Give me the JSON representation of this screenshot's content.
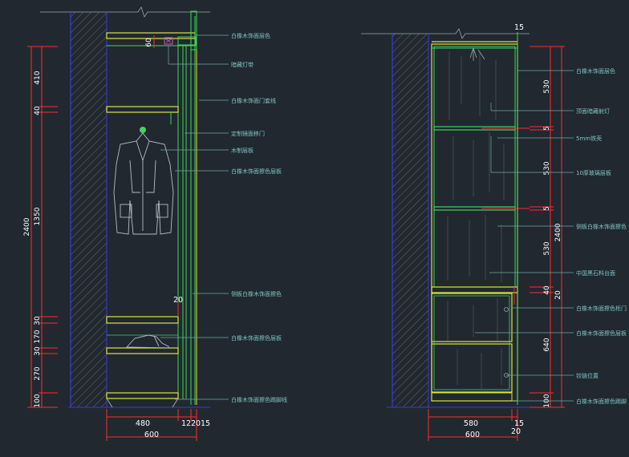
{
  "colors": {
    "background": "#212830",
    "outline": "#d9e53a",
    "green": "#3dd65a",
    "dim_red": "#ff2b2b",
    "leader": "#6fa8a8",
    "wall_hatch": "#6a6a6a",
    "wall_edge": "#3a3ad8",
    "text": "#ffffff"
  },
  "left_view": {
    "dims_left": [
      "410",
      "40",
      "1350",
      "30",
      "170",
      "30",
      "270",
      "100"
    ],
    "dim_total": "2400",
    "dim_60": "60",
    "dim_20": "20",
    "dims_bottom": [
      "480",
      "12",
      "20",
      "15"
    ],
    "dim_bottom_total": "600",
    "labels": [
      "白橡木饰面层色",
      "暗藏灯带",
      "白橡木饰面门套线",
      "定制镜面移门",
      "木制层板",
      "白橡木饰面擦色层板",
      "侧板白橡木饰面擦色",
      "白橡木饰面擦色层板",
      "白橡木饰面擦色踢脚线"
    ]
  },
  "right_view": {
    "dim_top": "15",
    "dims_right": [
      "530",
      "5",
      "530",
      "5",
      "530",
      "40",
      "640",
      "100"
    ],
    "dim_total": "2400",
    "dim_20": "20",
    "dims_bottom": [
      "580",
      "15"
    ],
    "dim_bottom_total": "600",
    "dim_bottom_20": "20",
    "labels": [
      "白橡木饰面层色",
      "顶面暗藏射灯",
      "5mm铁壳",
      "10厚玻璃层板",
      "侧板白橡木饰面擦色",
      "中国黑石料台面",
      "白橡木饰面擦色柜门",
      "白橡木饰面擦色层板",
      "铰链位置",
      "白橡木饰面擦色踢脚"
    ]
  }
}
